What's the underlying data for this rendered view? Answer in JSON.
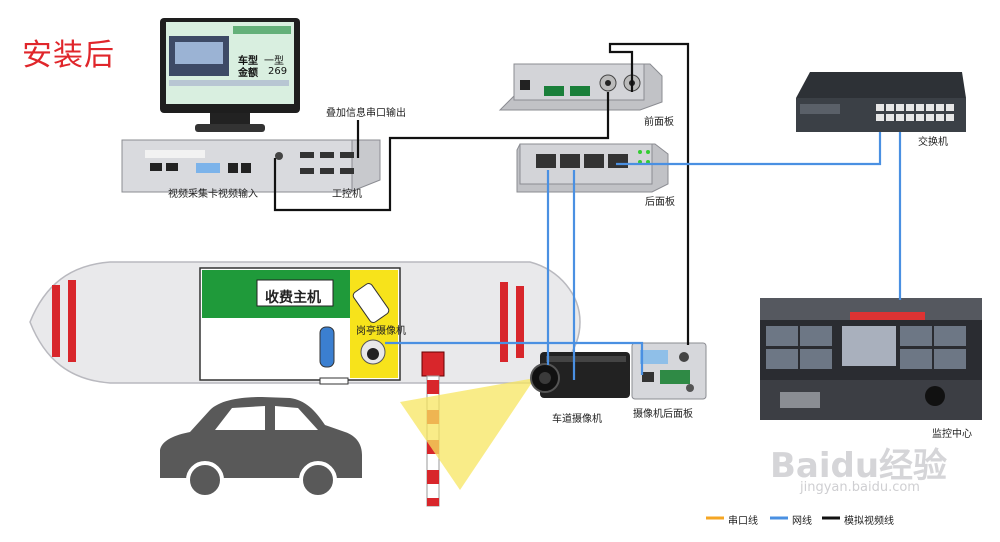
{
  "title": "安装后",
  "labels": {
    "serial_out": "叠加信息串口输出",
    "video_in": "视频采集卡视频输入",
    "ipc": "工控机",
    "front_panel": "前面板",
    "rear_panel": "后面板",
    "switch": "交换机",
    "toll_host": "收费主机",
    "booth_camera": "岗亭摄像机",
    "lane_camera": "车道摄像机",
    "camera_rear_panel": "摄像机后面板",
    "monitor_center": "监控中心"
  },
  "monitor_screen": {
    "vehicle_type_label": "车型",
    "vehicle_type_value": "一型",
    "amount_label": "金额",
    "amount_value": "269"
  },
  "legend": [
    {
      "label": "串口线",
      "color": "#f5a623"
    },
    {
      "label": "网线",
      "color": "#4a90e2"
    },
    {
      "label": "模拟视频线",
      "color": "#111111"
    }
  ],
  "watermark": {
    "brand": "Baidu经验",
    "url": "jingyan.baidu.com"
  },
  "colors": {
    "title": "#e0262b",
    "network": "#4a90e2",
    "video": "#111111",
    "serial": "#f5a623",
    "booth_green": "#1f9a3a",
    "booth_yellow": "#f7e31b"
  }
}
